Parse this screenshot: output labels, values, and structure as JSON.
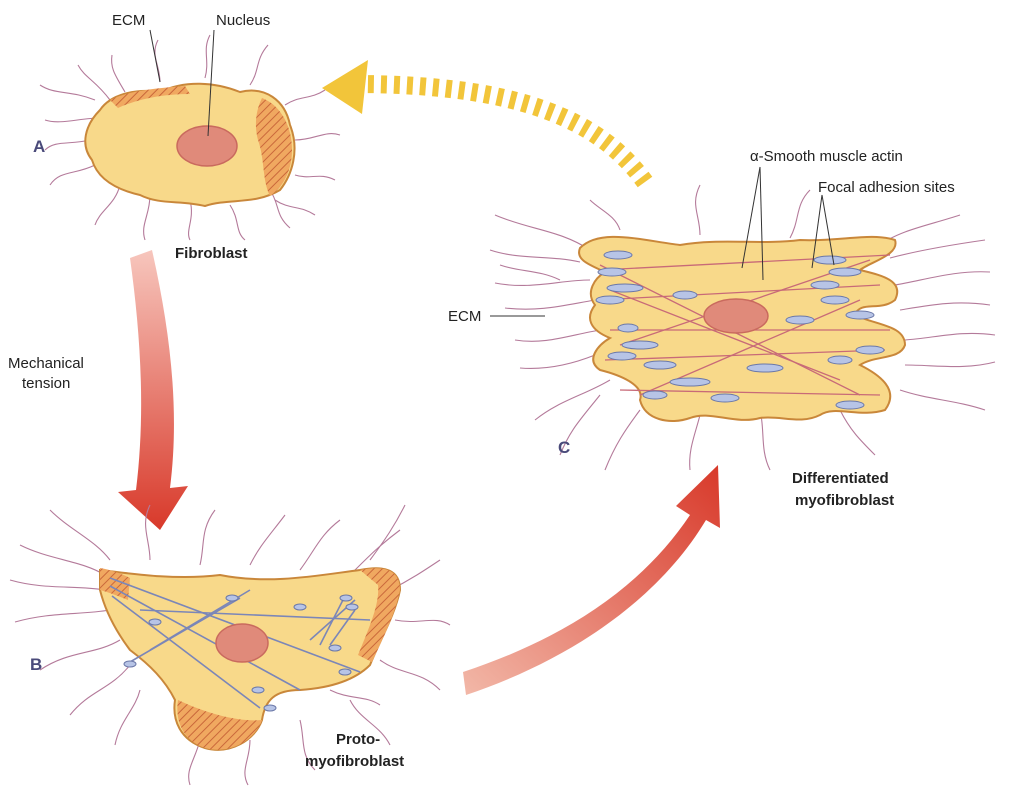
{
  "stages": [
    {
      "letter": "A",
      "name": "Fibroblast"
    },
    {
      "letter": "B",
      "name_line1": "Proto-",
      "name_line2": "myofibroblast"
    },
    {
      "letter": "C",
      "name_line1": "Differentiated",
      "name_line2": "myofibroblast"
    }
  ],
  "labels": {
    "ecm_a": "ECM",
    "nucleus": "Nucleus",
    "ecm_c": "ECM",
    "alpha_sma": "α-Smooth muscle actin",
    "focal_adhesion": "Focal adhesion sites",
    "tension_line1": "Mechanical",
    "tension_line2": "tension"
  },
  "colors": {
    "cell_fill": "#f8d98a",
    "cell_edge": "#c9873a",
    "nucleus": "#e08a7a",
    "ecm_fibers": "#b47a9a",
    "arrow_red": "#d8392a",
    "arrow_yellow": "#f2c53a",
    "adhesion": "#b7c4e6",
    "stage_letter": "#4a4a7a"
  }
}
